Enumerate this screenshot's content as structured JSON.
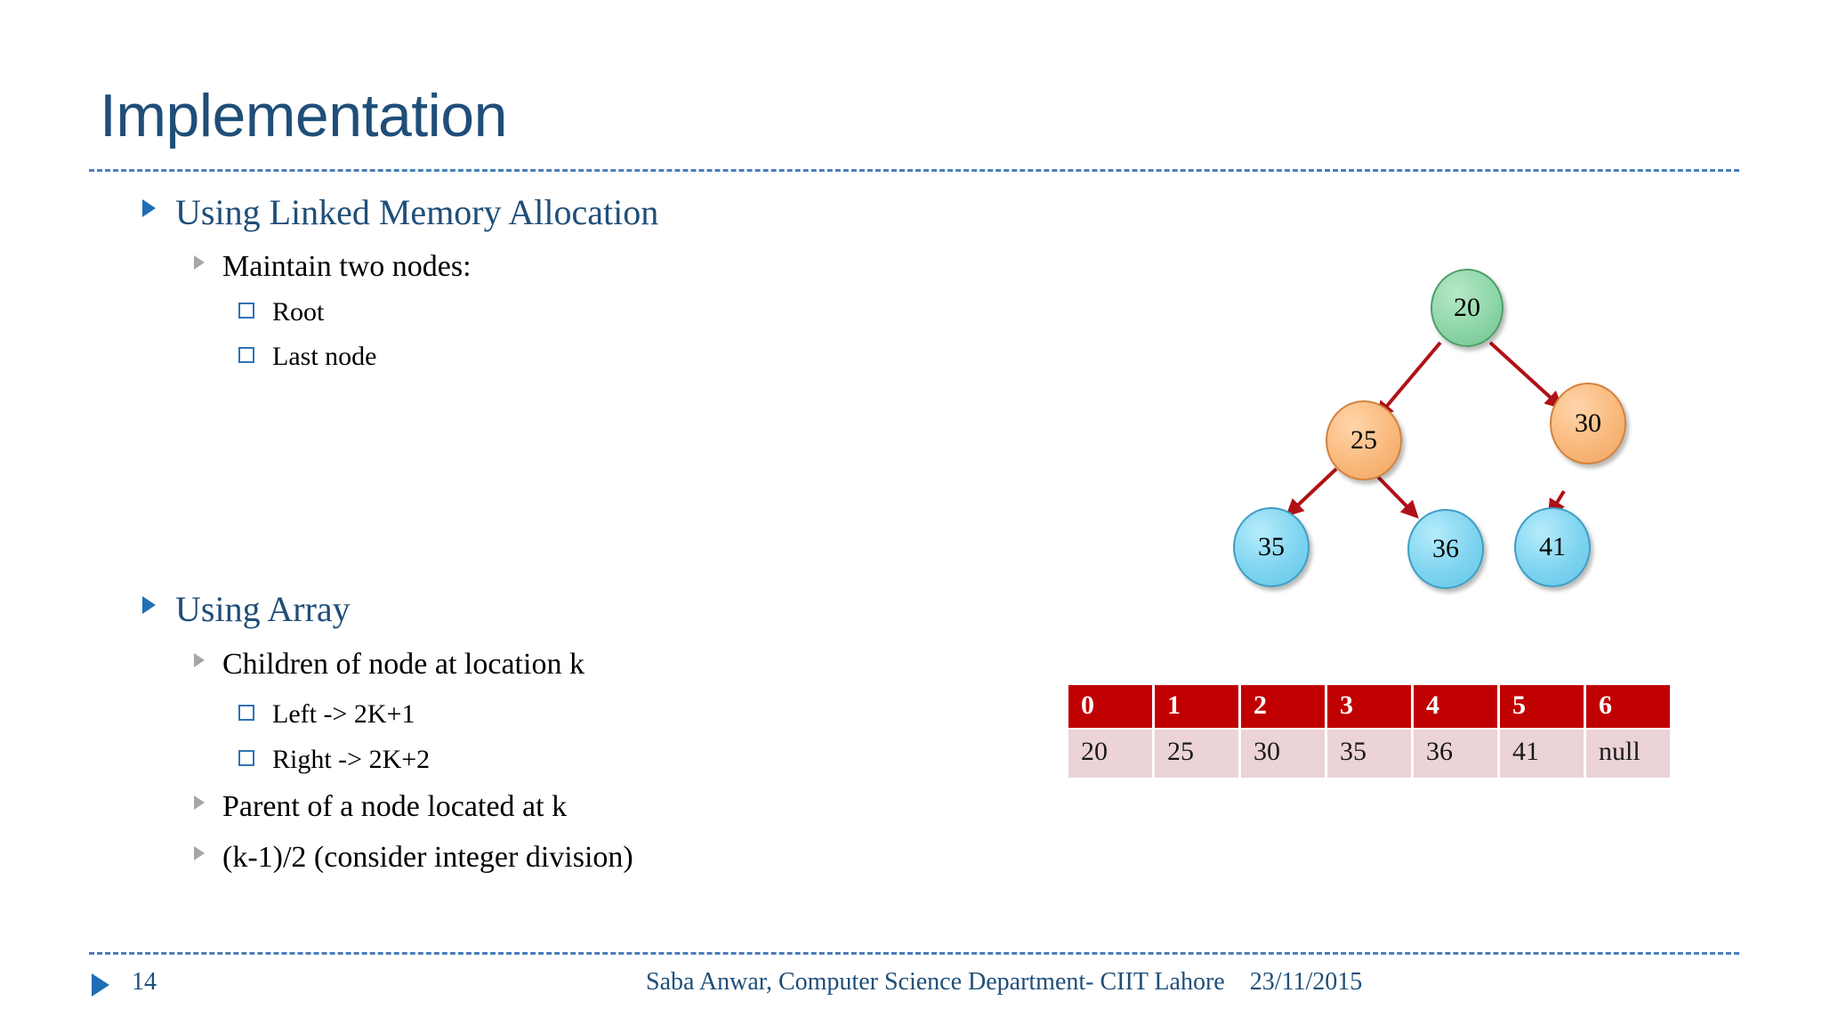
{
  "slide": {
    "title": "Implementation"
  },
  "content": {
    "sections": [
      {
        "heading": "Using Linked Memory Allocation",
        "sub": "Maintain two nodes:",
        "items": [
          "Root",
          "Last node"
        ]
      },
      {
        "heading": "Using Array",
        "sub": "Children of node at location k",
        "items": [
          "Left -> 2K+1",
          "Right -> 2K+2"
        ],
        "extra": [
          "Parent of a node located at k",
          " (k-1)/2 (consider integer division)"
        ]
      }
    ]
  },
  "tree": {
    "nodes": [
      {
        "label": "20",
        "color": "green"
      },
      {
        "label": "25",
        "color": "orange"
      },
      {
        "label": "30",
        "color": "orange"
      },
      {
        "label": "35",
        "color": "blue"
      },
      {
        "label": "36",
        "color": "blue"
      },
      {
        "label": "41",
        "color": "blue"
      }
    ],
    "edge_color": "#B01116"
  },
  "array_table": {
    "indices": [
      "0",
      "1",
      "2",
      "3",
      "4",
      "5",
      "6"
    ],
    "values": [
      "20",
      "25",
      "30",
      "35",
      "36",
      "41",
      "null"
    ],
    "header_color": "#C00000",
    "body_color": "#EBD3D7"
  },
  "footer": {
    "slide_number": "14",
    "credit": "Saba Anwar, Computer Science Department- CIIT Lahore    23/11/2015"
  },
  "theme": {
    "title_color": "#1F4E79",
    "rule_color": "#4A7EBB",
    "level1_bullet_color": "#1F6FB5",
    "level2_bullet_color": "#A6A6A6",
    "level3_bullet_color": "#2E74B5"
  }
}
